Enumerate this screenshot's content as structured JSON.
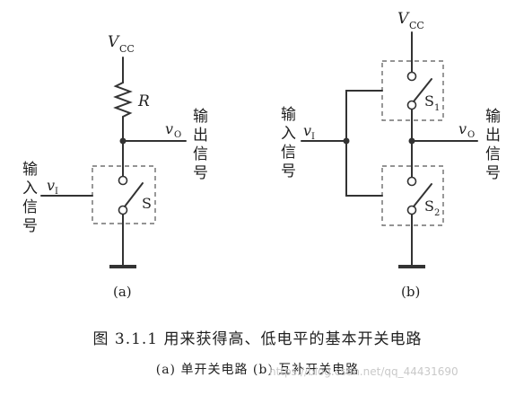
{
  "circuit_a": {
    "supply": "V",
    "supply_sub": "CC",
    "resistor": "R",
    "output_var": "v",
    "output_sub": "O",
    "output_label": [
      "输",
      "出",
      "信",
      "号"
    ],
    "input_var": "v",
    "input_sub": "I",
    "input_label": [
      "输",
      "入",
      "信",
      "号"
    ],
    "switch": "S",
    "panel_label": "(a)"
  },
  "circuit_b": {
    "supply": "V",
    "supply_sub": "CC",
    "switch1": "S",
    "switch1_sub": "1",
    "switch2": "S",
    "switch2_sub": "2",
    "output_var": "v",
    "output_sub": "O",
    "output_label": [
      "输",
      "出",
      "信",
      "号"
    ],
    "input_var": "v",
    "input_sub": "I",
    "input_label": [
      "输",
      "入",
      "信",
      "号"
    ],
    "panel_label": "(b)"
  },
  "caption": {
    "title": "图 3.1.1  用来获得高、低电平的基本开关电路",
    "subtitle": "(a) 单开关电路  (b) 互补开关电路"
  },
  "watermark": "https://blog.csdn.net/qq_44431690"
}
